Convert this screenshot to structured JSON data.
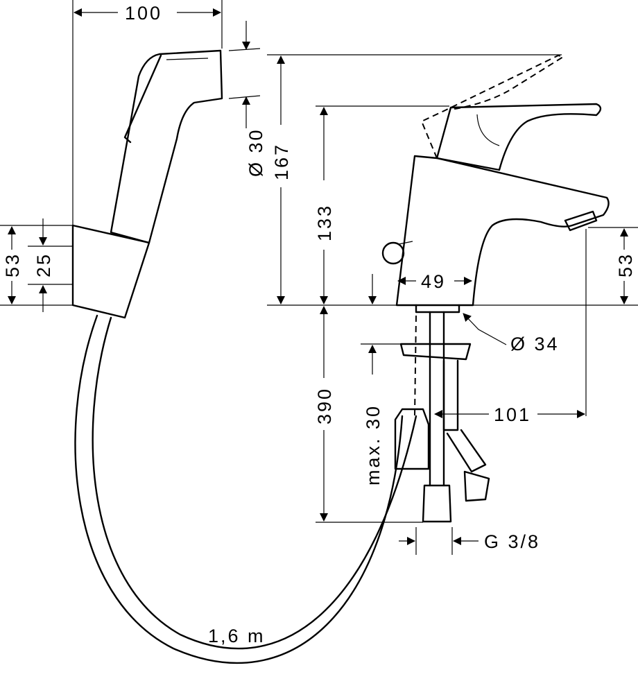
{
  "dimensions": {
    "shower_width": "100",
    "shower_diameter": "Ø 30",
    "total_height": "167",
    "spout_height": "133",
    "holder_height": "53",
    "holder_inner": "25",
    "spout_outlet_height": "53",
    "base_width": "49",
    "base_diameter": "Ø 34",
    "supply_length": "390",
    "max_thickness": "max. 30",
    "reach": "101",
    "thread": "G 3/8",
    "hose_length": "1,6 m"
  }
}
